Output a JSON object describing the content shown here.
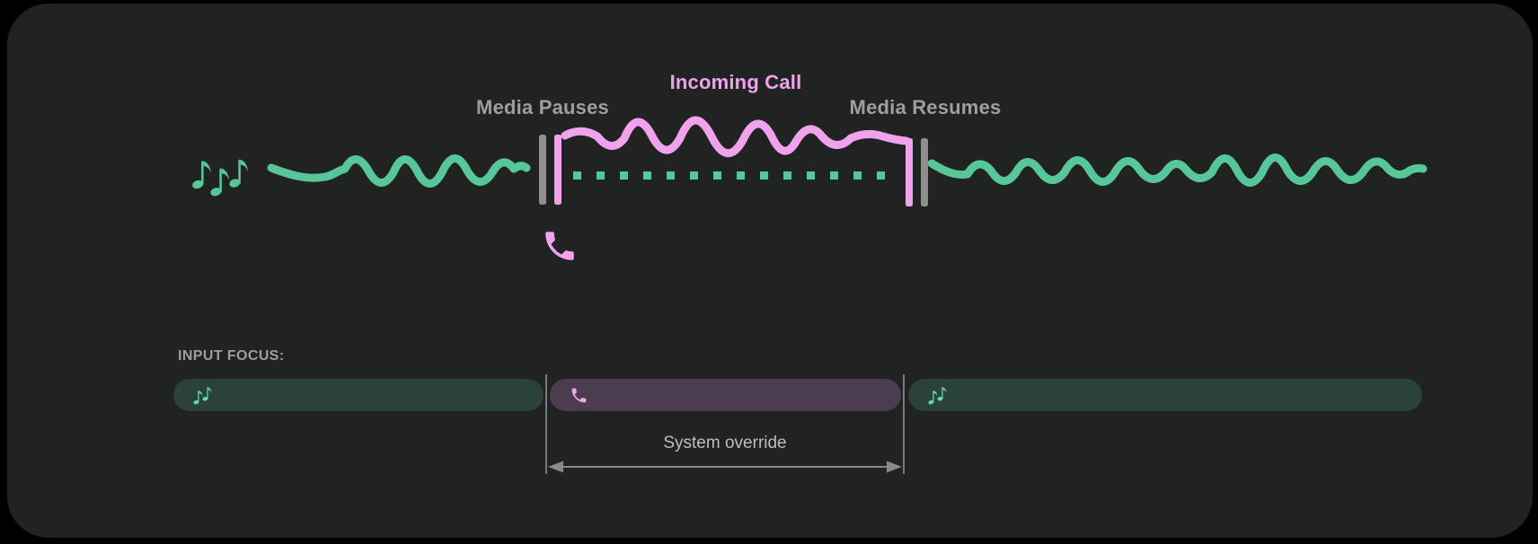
{
  "colors": {
    "page_bg": "#000000",
    "card_bg": "#212222",
    "green": "#57c79a",
    "green_bright": "#63d9ae",
    "pink": "#f0a3ec",
    "gray_marker": "#8f8f8f",
    "gray_label": "#9e9e9e",
    "gray_line": "#8a8a8a",
    "text_light": "#bdbdbd",
    "pill_green_bg": "#2b4238",
    "pill_purple_bg": "#4b3d4f"
  },
  "timeline": {
    "media_pauses_label": "Media Pauses",
    "incoming_call_label": "Incoming Call",
    "media_resumes_label": "Media Resumes",
    "icons": {
      "media": "music-notes-icon",
      "call": "phone-icon"
    }
  },
  "focus": {
    "heading": "INPUT FOCUS:",
    "override_label": "System override",
    "segments": [
      {
        "type": "media",
        "icon": "music-notes-icon"
      },
      {
        "type": "call",
        "icon": "phone-icon"
      },
      {
        "type": "media",
        "icon": "music-notes-icon"
      }
    ]
  }
}
